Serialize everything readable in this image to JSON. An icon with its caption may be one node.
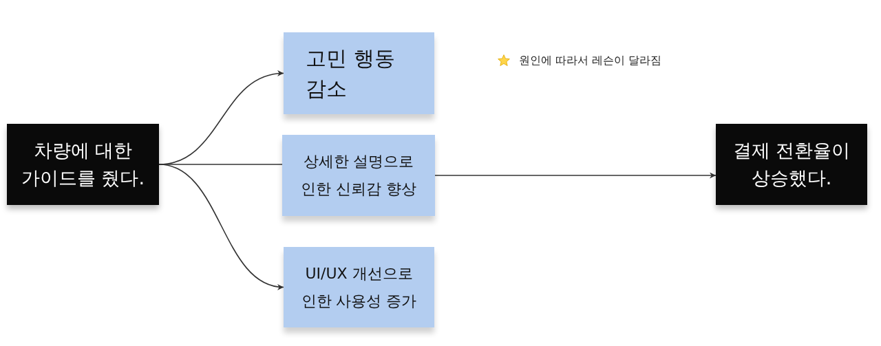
{
  "diagram": {
    "nodes": [
      {
        "text": [
          "차량에 대한 가이드를 줬다."
        ]
      },
      {
        "text": [
          "고민 행동 감소"
        ]
      },
      {
        "text": [
          "상세한 설명으로 인한 신뢰감 향상"
        ]
      },
      {
        "text": [
          "UI/UX 개선으로 인한 사용성 증가"
        ]
      },
      {
        "text": [
          "결제 전환율이 상승했다."
        ]
      }
    ],
    "edges": [
      {
        "from": 0,
        "to": 1,
        "arrow": "to"
      },
      {
        "from": 0,
        "to": 2,
        "arrow": "none"
      },
      {
        "from": 0,
        "to": 3,
        "arrow": "to"
      },
      {
        "from": 2,
        "to": 4,
        "arrow": "to"
      }
    ],
    "labels": [
      "원인에 따라서 레슨이 달라짐"
    ]
  }
}
